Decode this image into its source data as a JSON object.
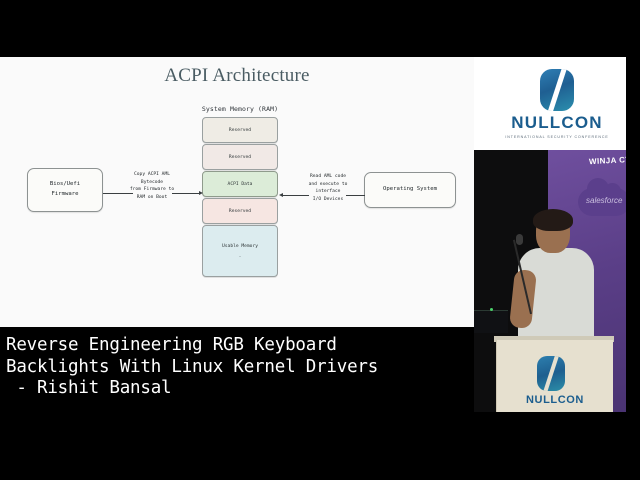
{
  "caption": {
    "line1": "Reverse Engineering RGB Keyboard",
    "line2": "Backlights With Linux Kernel Drivers",
    "line3": " - Rishit Bansal"
  },
  "slide": {
    "title": "ACPI Architecture",
    "memory_header": "System Memory (RAM)",
    "memory_blocks": [
      {
        "label": "Reserved",
        "color": "#efece5"
      },
      {
        "label": "Reserved",
        "color": "#f1e9e6"
      },
      {
        "label": "ACPI Data",
        "color": "#dcecd8"
      },
      {
        "label": "Reserved",
        "color": "#f6e6e2"
      },
      {
        "label": "Usable Memory",
        "color": "#dcecef",
        "sub": "."
      }
    ],
    "firmware_box": "Bios/Uefi\nFirmware",
    "os_box": "Operating System",
    "label_copy": "Copy ACPI AML\nBytecode\nfrom Firmware to\nRAM on Boot",
    "label_read": "Read AML code\nand execute to\ninterface\nI/O Devices",
    "title_color": "#4a5c63"
  },
  "video": {
    "logo_word": "NULLCON",
    "logo_tagline": "INTERNATIONAL SECURITY CONFERENCE",
    "backdrop_text": "WINJA CTF",
    "sponsor_word": "salesforce",
    "podium_word": "NULLCON",
    "brand_color": "#1b5d8e",
    "backdrop_color": "#5b3f88"
  }
}
